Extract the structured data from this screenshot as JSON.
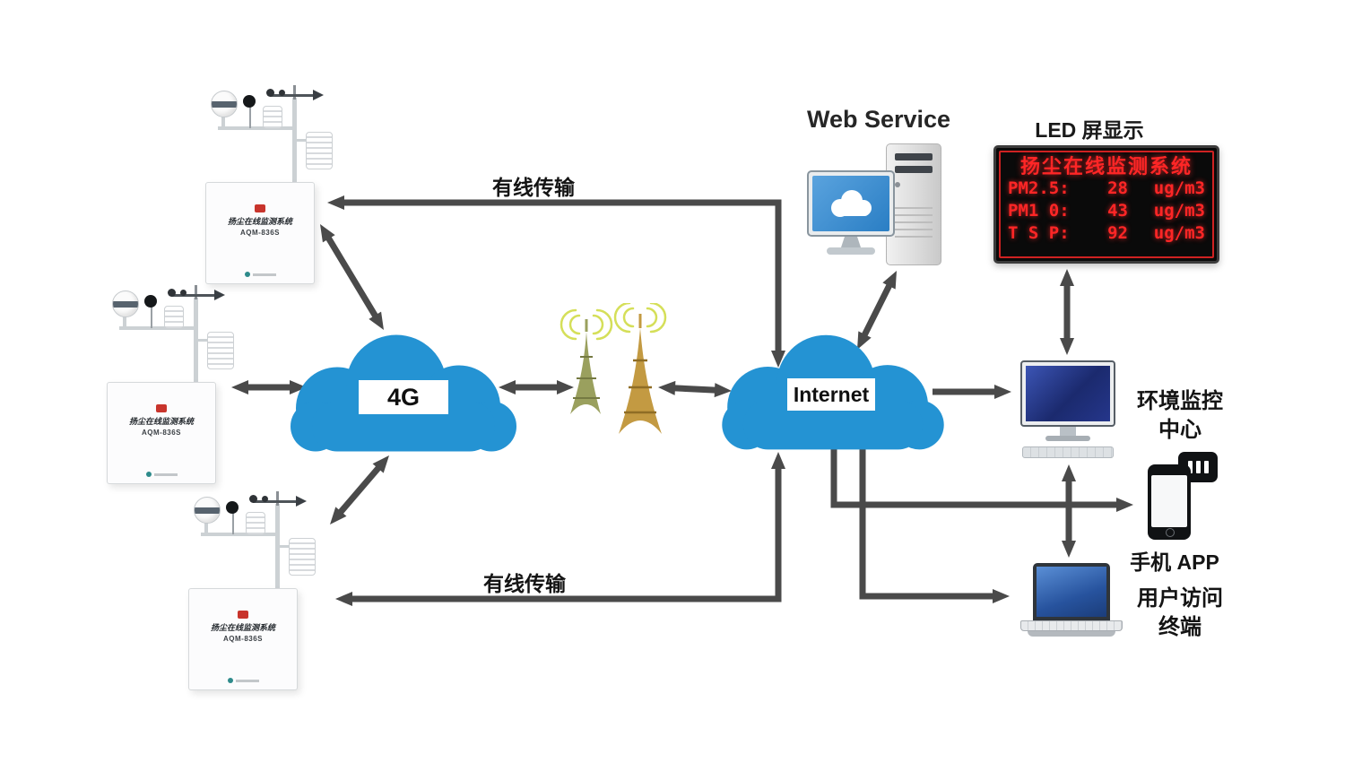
{
  "stations": [
    {
      "title": "扬尘在线监测系统",
      "model": "AQM-836S"
    },
    {
      "title": "扬尘在线监测系统",
      "model": "AQM-836S"
    },
    {
      "title": "扬尘在线监测系统",
      "model": "AQM-836S"
    }
  ],
  "clouds": {
    "g4": "4G",
    "internet": "Internet"
  },
  "links": {
    "wired_top": "有线传输",
    "wired_bottom": "有线传输"
  },
  "web_service": {
    "label": "Web Service"
  },
  "led": {
    "title": "LED 屏显示",
    "header": "扬尘在线监测系统",
    "rows": [
      {
        "name": "PM2.5:",
        "value": "28",
        "unit": "ug/m3"
      },
      {
        "name": "PM1 0:",
        "value": "43",
        "unit": "ug/m3"
      },
      {
        "name": "T S P:",
        "value": "92",
        "unit": "ug/m3"
      }
    ]
  },
  "monitor_center": {
    "line1": "环境监控",
    "line2": "中心"
  },
  "phone": {
    "label": "手机 APP"
  },
  "terminal": {
    "line1": "用户访问",
    "line2": "终端"
  },
  "icons": {
    "station_camera": "ptz-camera-icon",
    "station_noise_sensor": "noise-sensor-icon",
    "station_shield": "radiation-shield-icon",
    "wind_sensor": "wind-sensor-icon",
    "cloud": "cloud-icon",
    "tower": "signal-tower-icon",
    "server": "server-tower-icon",
    "monitor": "desktop-monitor-icon",
    "phone": "smartphone-icon",
    "chat_bubble": "chat-bubble-icon",
    "laptop": "laptop-icon",
    "led": "led-display"
  },
  "colors": {
    "cloud_blue": "#2493d3",
    "arrow_gray": "#4a4a4a",
    "led_red": "#ff2626",
    "tower_gold": "#c39a42",
    "screen_blue": "#2a7ec4"
  }
}
